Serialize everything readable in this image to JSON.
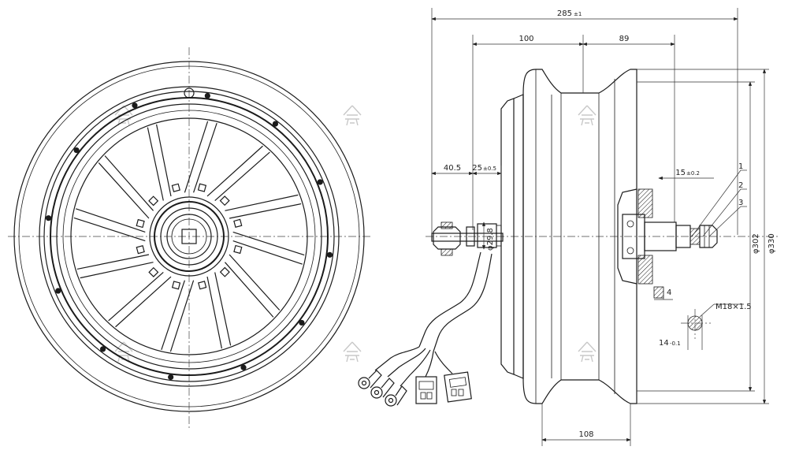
{
  "dimensions": {
    "overall_width": "285",
    "overall_width_tol": "±1",
    "left_span": "100",
    "right_span": "89",
    "axle_left": "40.5",
    "axle_shoulder": "25",
    "axle_shoulder_tol": "±0.5",
    "cable_dia": "φ29.8",
    "nut_offset": "15",
    "nut_offset_tol": "±0.2",
    "rim_dia_inner": "φ302",
    "rim_dia_outer": "φ330",
    "rim_width": "108",
    "washer_thk": "4",
    "thread": "M18×1.5",
    "flat_width": "14",
    "flat_width_tol": "-0.1"
  },
  "callouts": [
    "1",
    "2",
    "3"
  ],
  "colors": {
    "line": "#1b1b1b",
    "watermark": "#c8c8c8"
  },
  "icons": [
    "bolt-icon",
    "hatch-pattern",
    "watermark-logo"
  ]
}
